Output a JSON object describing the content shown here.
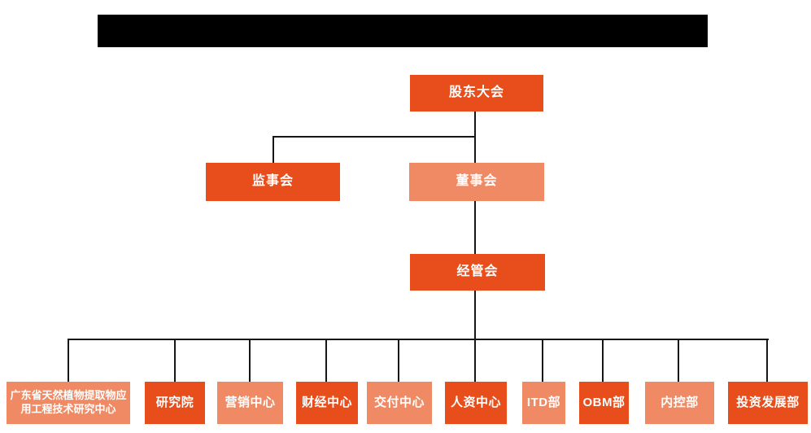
{
  "colors": {
    "node_dark": "#E84E1C",
    "node_light": "#EF8A64",
    "connector": "#161616",
    "redacted_bar": "#000000",
    "node_text": "#ffffff",
    "page_bg": "#ffffff"
  },
  "org_chart": {
    "type": "org-tree",
    "title_bar": {
      "redacted": true,
      "text": ""
    },
    "root": {
      "label": "股东大会",
      "variant": "dark"
    },
    "level_2": [
      {
        "label": "监事会",
        "variant": "dark"
      },
      {
        "label": "董事会",
        "variant": "light"
      }
    ],
    "level_3": [
      {
        "label": "经管会",
        "variant": "dark"
      }
    ],
    "departments": [
      {
        "label": "广东省天然植物提取物应用工程技术研究中心",
        "variant": "light"
      },
      {
        "label": "研究院",
        "variant": "dark"
      },
      {
        "label": "营销中心",
        "variant": "light"
      },
      {
        "label": "财经中心",
        "variant": "dark"
      },
      {
        "label": "交付中心",
        "variant": "light"
      },
      {
        "label": "人资中心",
        "variant": "dark"
      },
      {
        "label": "ITD部",
        "variant": "light"
      },
      {
        "label": "OBM部",
        "variant": "dark"
      },
      {
        "label": "内控部",
        "variant": "light"
      },
      {
        "label": "投资发展部",
        "variant": "dark"
      }
    ]
  }
}
